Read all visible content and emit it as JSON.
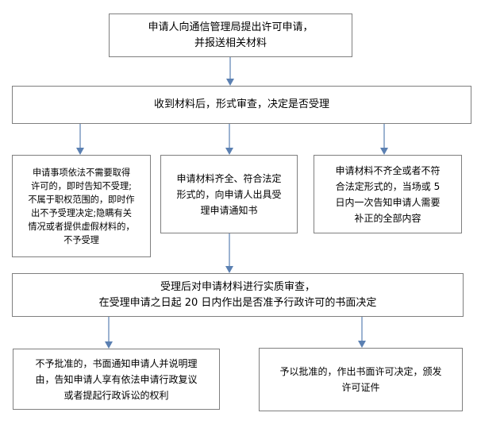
{
  "flowchart": {
    "step1": {
      "lines": [
        "申请人向通信管理局提出许可申请，",
        "并报送相关材料"
      ]
    },
    "step2": {
      "lines": [
        "收到材料后，形式审查，决定是否受理"
      ]
    },
    "branch_reject": {
      "lines": [
        "申请事项依法不需要取得",
        "许可的，即时告知不受理;",
        "不属于职权范围的，即时作",
        "出不予受理决定;隐瞒有关",
        "情况或者提供虚假材料的，",
        "不予受理"
      ]
    },
    "branch_accept": {
      "lines": [
        "申请材料齐全、符合法定",
        "形式的，向申请人出具受",
        "理申请通知书"
      ]
    },
    "branch_supplement": {
      "lines": [
        "申请材料不齐全或者不符",
        "合法定形式的，当场或 5",
        "日内一次告知申请人需要",
        "补正的全部内容"
      ]
    },
    "step3": {
      "lines": [
        "受理后对申请材料进行实质审查，",
        "在受理申请之日起 20 日内作出是否准予行政许可的书面决定"
      ]
    },
    "outcome_deny": {
      "lines": [
        "不予批准的，书面通知申请人并说明理",
        "由，告知申请人享有依法申请行政复议",
        "或者提起行政诉讼的权利"
      ]
    },
    "outcome_approve": {
      "lines": [
        "予以批准的，作出书面许可决定，颁发",
        "许可证件"
      ]
    }
  },
  "colors": {
    "connector": "#5b80b2",
    "border": "#7f7f7f"
  }
}
